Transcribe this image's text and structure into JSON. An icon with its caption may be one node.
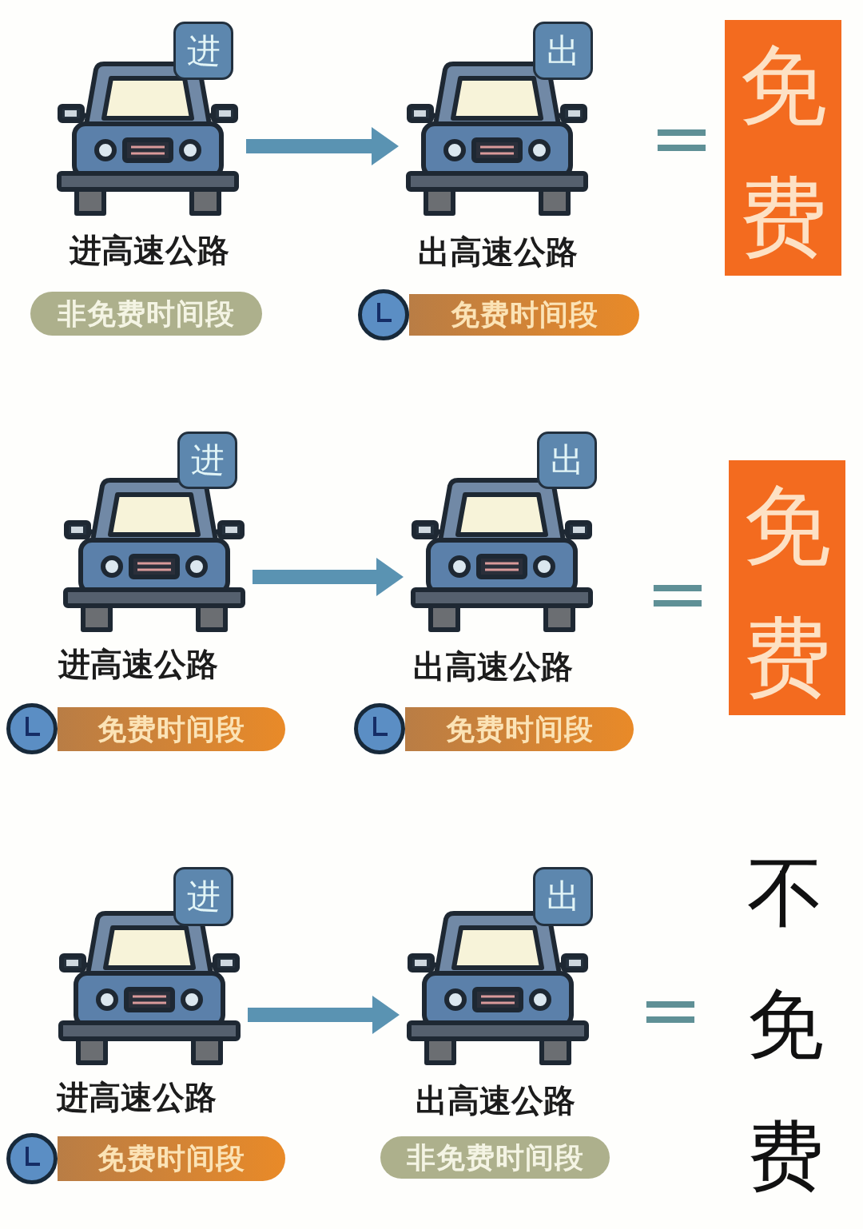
{
  "diagram": {
    "nodes": [
      {
        "text": [],
        "shape": "picture",
        "beside": [
          "进高速公路"
        ]
      },
      {
        "text": [
          "进"
        ]
      },
      {
        "text": [
          "非免费时间段"
        ]
      },
      {
        "text": [],
        "shape": "picture",
        "beside": [
          "出高速公路"
        ]
      },
      {
        "text": [
          "出"
        ]
      },
      {
        "text": [
          "免费时间段"
        ]
      },
      {
        "text": [
          "免费"
        ]
      },
      {
        "text": [],
        "shape": "picture",
        "beside": [
          "进高速公路"
        ]
      },
      {
        "text": [
          "进"
        ]
      },
      {
        "text": [
          "免费时间段"
        ]
      },
      {
        "text": [],
        "shape": "picture",
        "beside": [
          "出高速公路"
        ]
      },
      {
        "text": [
          "出"
        ]
      },
      {
        "text": [
          "免费时间段"
        ]
      },
      {
        "text": [
          "免费"
        ]
      },
      {
        "text": [],
        "shape": "picture",
        "beside": [
          "进高速公路"
        ]
      },
      {
        "text": [
          "进"
        ]
      },
      {
        "text": [
          "免费时间段"
        ]
      },
      {
        "text": [],
        "shape": "picture",
        "beside": [
          "出高速公路"
        ]
      },
      {
        "text": [
          "出"
        ]
      },
      {
        "text": [
          "非免费时间段"
        ]
      }
    ],
    "edges": [
      {
        "from": 0,
        "to": 3,
        "arrow": "to"
      },
      {
        "from": 7,
        "to": 10,
        "arrow": "to"
      },
      {
        "from": 14,
        "to": 17,
        "arrow": "to"
      }
    ],
    "labels": [
      "=",
      "=",
      "=",
      "不免费"
    ]
  }
}
